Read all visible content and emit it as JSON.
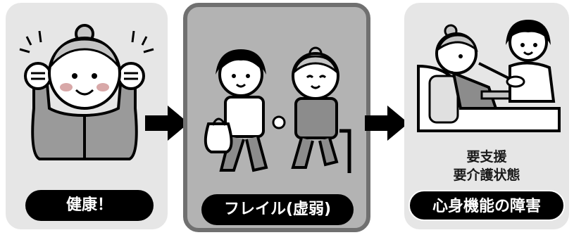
{
  "stages": [
    {
      "label": "健康！"
    },
    {
      "label": "フレイル(虚弱)"
    },
    {
      "label": "心身機能の障害",
      "states": [
        "要支援",
        "要介護状態"
      ]
    }
  ],
  "icons": [
    "healthy-elder-icon",
    "frail-couple-icon",
    "caregiver-feeding-icon",
    "arrow-right-icon"
  ],
  "colors": {
    "panel": "#e6e6e6",
    "highlight_panel": "#b3b3b3",
    "highlight_border": "#707070",
    "label_bg": "#000000",
    "label_text": "#ffffff"
  }
}
